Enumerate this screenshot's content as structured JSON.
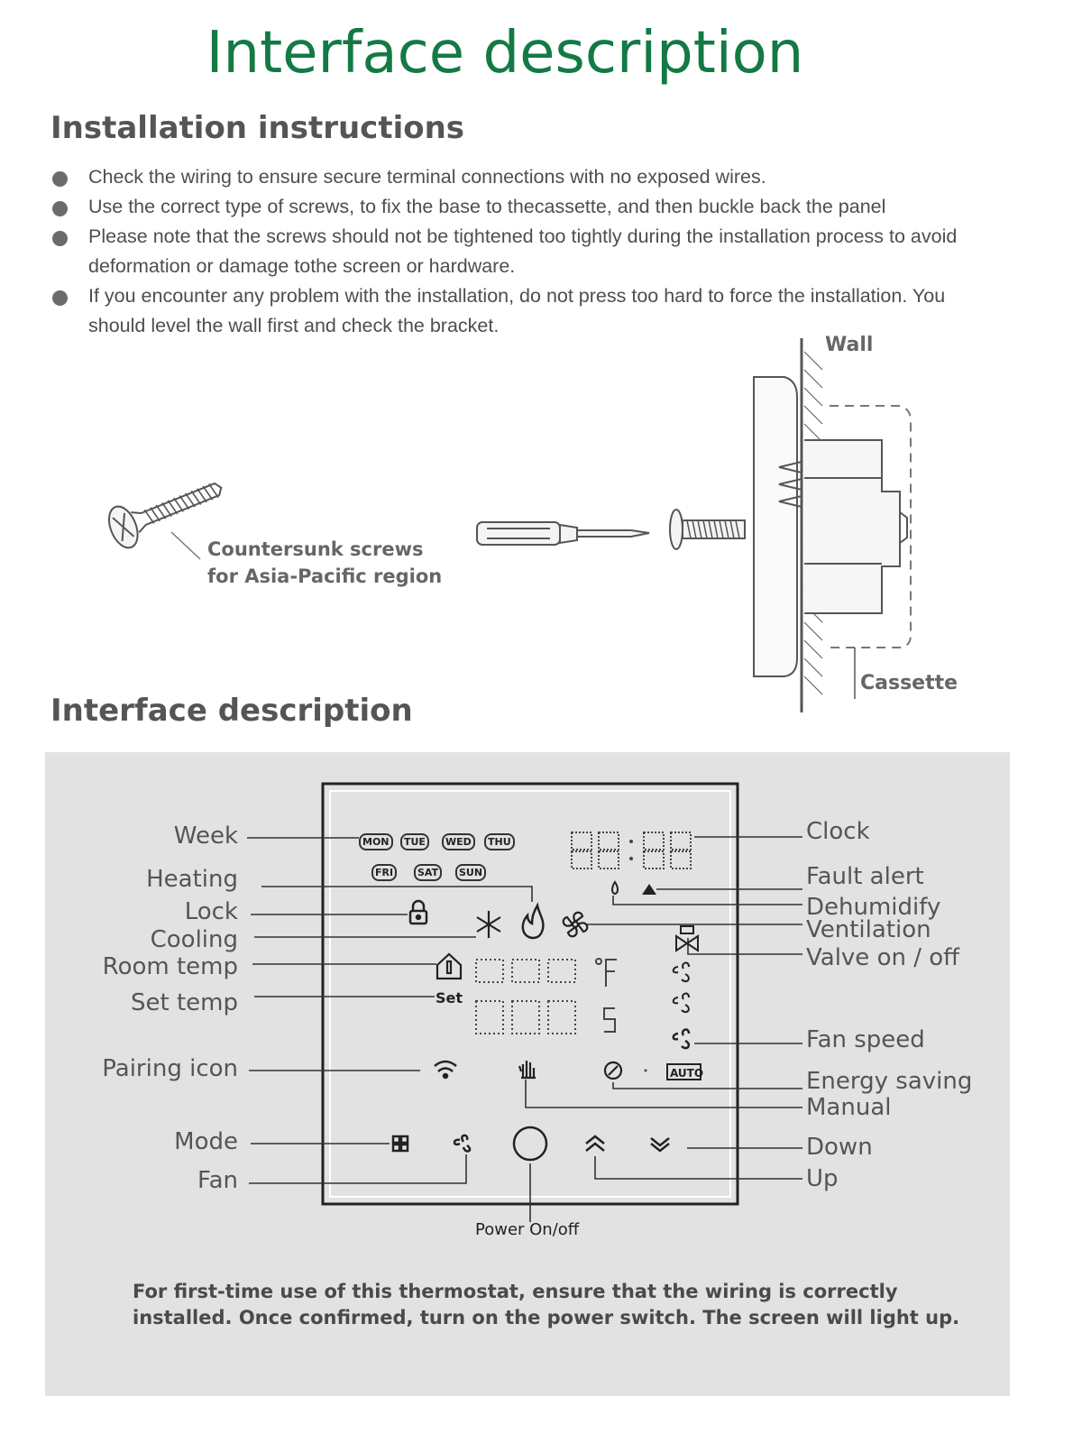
{
  "title": "Interface description",
  "installation": {
    "heading": "Installation instructions",
    "bullets": [
      "Check the wiring to ensure secure terminal connections with no exposed wires.",
      "Use the correct type of screws, to fix the base to thecassette, and then buckle back the panel",
      "Please note that the screws should not be tightened too tightly during the installation process to avoid deformation or damage tothe screen or hardware.",
      "If you encounter any problem with the installation, do not press too hard to force the installation. You should level the wall first and check the bracket."
    ]
  },
  "diagram": {
    "screw_label_line1": "Countersunk screws",
    "screw_label_line2": "for Asia-Pacific region",
    "wall_label": "Wall",
    "cassette_label": "Cassette"
  },
  "interface": {
    "heading": "Interface description",
    "left_labels": {
      "week": "Week",
      "heating": "Heating",
      "lock": "Lock",
      "cooling": "Cooling",
      "room_temp": "Room temp",
      "set_temp": "Set temp",
      "pairing_icon": "Pairing icon",
      "mode": "Mode",
      "fan": "Fan"
    },
    "right_labels": {
      "clock": "Clock",
      "fault_alert": "Fault alert",
      "dehumidify": "Dehumidify",
      "ventilation": "Ventilation",
      "valve": "Valve on / off",
      "fan_speed": "Fan speed",
      "energy_saving": "Energy saving",
      "manual": "Manual",
      "down": "Down",
      "up": "Up"
    },
    "power_label": "Power On/off",
    "days": [
      "MON",
      "TUE",
      "WED",
      "THU",
      "FRI",
      "SAT",
      "SUN"
    ],
    "set_text": "Set",
    "auto_text": "AUTO",
    "footer_line1": "For first-time use of this thermostat, ensure that the wiring is correctly",
    "footer_line2": "installed. Once confirmed, turn on the power switch. The screen will light up."
  }
}
